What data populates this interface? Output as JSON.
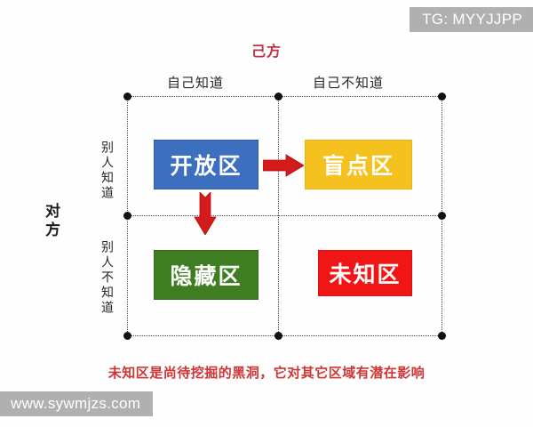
{
  "watermarks": {
    "top_right": "TG: MYYJJPP",
    "bottom_left": "www.sywmjzs.com"
  },
  "diagram": {
    "top_axis_title": "己方",
    "left_axis_title": "对方",
    "column_headers": [
      "自己知道",
      "自己不知道"
    ],
    "row_headers": [
      "别人知道",
      "别人不知道"
    ],
    "quadrants": [
      {
        "key": "open",
        "label": "开放区",
        "color": "#3d6fbf",
        "text_color": "#ffffff"
      },
      {
        "key": "blind",
        "label": "盲点区",
        "color": "#f5c11e",
        "text_color": "#ffffff"
      },
      {
        "key": "hidden",
        "label": "隐藏区",
        "color": "#3f7d22",
        "text_color": "#ffffff"
      },
      {
        "key": "unknown",
        "label": "未知区",
        "color": "#f01616",
        "text_color": "#ffffff"
      }
    ],
    "arrows": [
      {
        "key": "open-to-blind",
        "direction": "right",
        "color": "#d41b1b"
      },
      {
        "key": "open-to-hidden",
        "direction": "down",
        "color": "#d41b1b"
      }
    ],
    "caption": "未知区是尚待挖掘的黑洞，它对其它区域有潜在影响",
    "caption_color": "#cf3535",
    "title_color": "#c0304a"
  }
}
